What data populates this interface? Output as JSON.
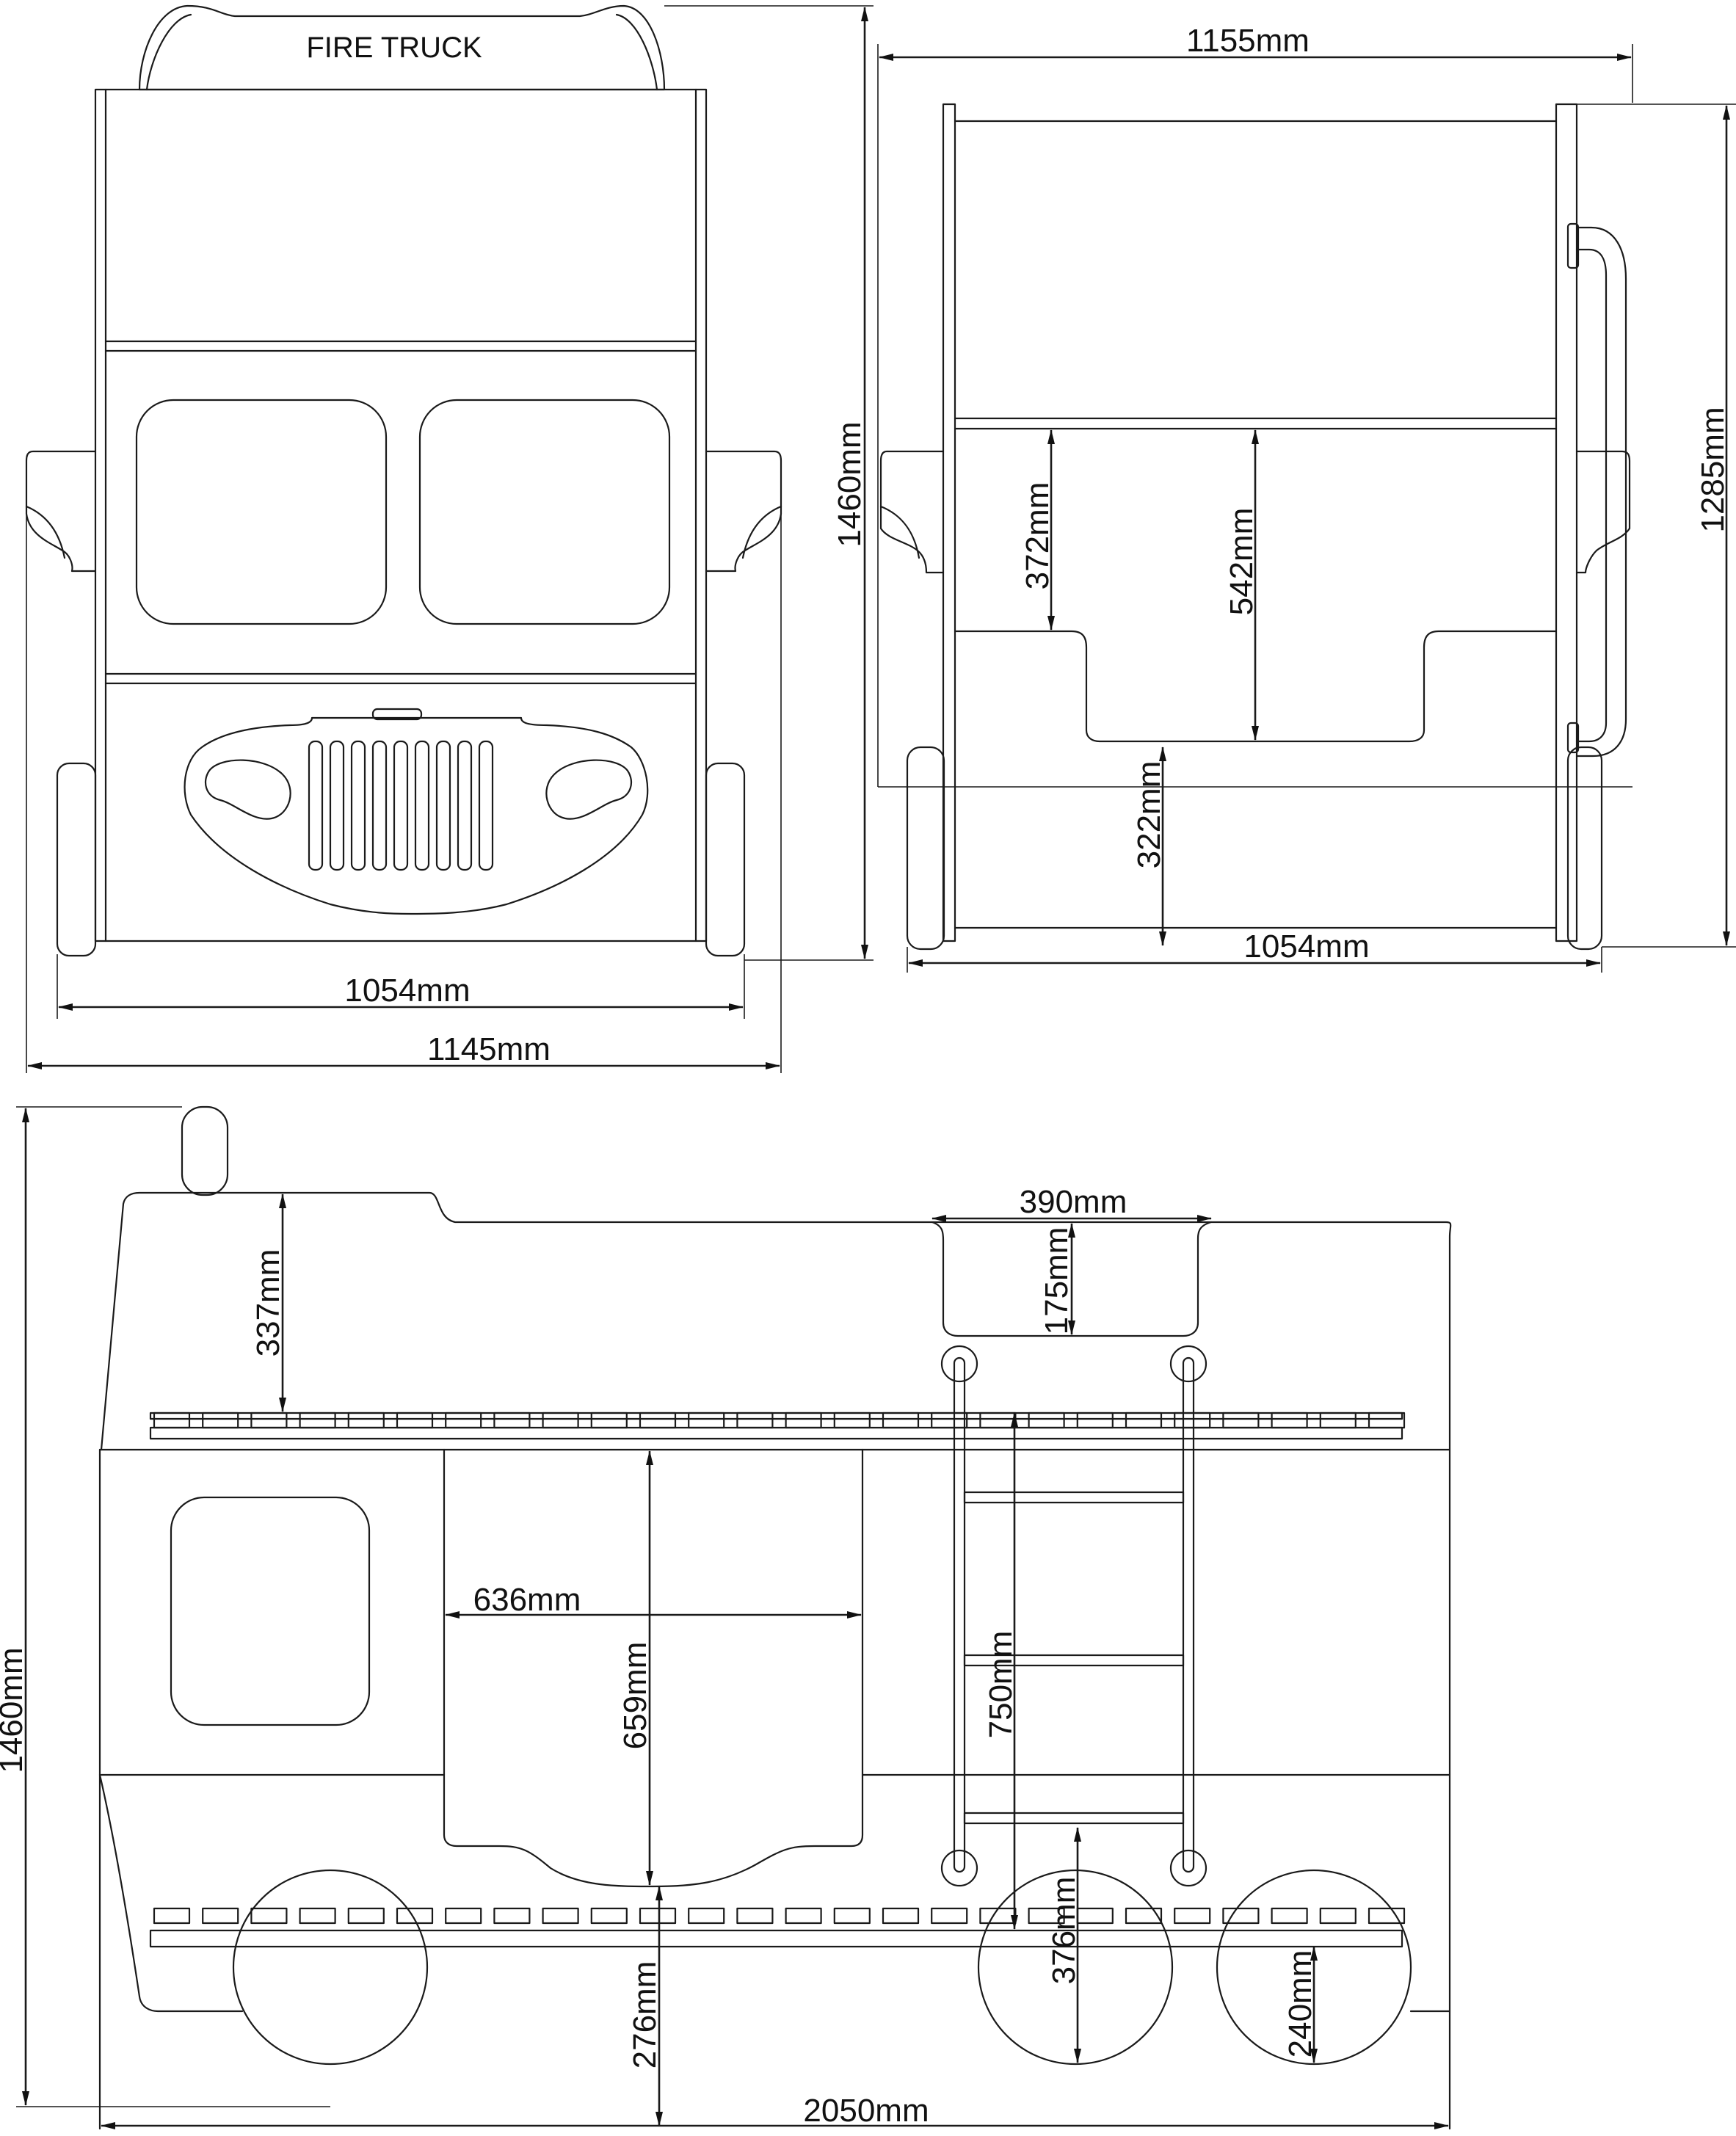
{
  "front_view": {
    "sign_text": "FIRE TRUCK",
    "dims": {
      "total_height": "1460mm",
      "inner_width": "1054mm",
      "outer_width": "1145mm"
    }
  },
  "side_view": {
    "dims": {
      "top_width": "1155mm",
      "upper_gap": "372mm",
      "opening_height": "542mm",
      "lower_clearance": "322mm",
      "bottom_width": "1054mm",
      "ladder_height": "1285mm"
    }
  },
  "long_view": {
    "dims": {
      "cab_top": "337mm",
      "window_width": "390mm",
      "window_depth": "175mm",
      "door_width": "636mm",
      "door_height": "659mm",
      "ladder_span": "750mm",
      "bottom_clearance": "276mm",
      "wheel_height": "376mm",
      "small_wheel": "240mm",
      "total_height": "1460mm",
      "total_length": "2050mm"
    }
  }
}
